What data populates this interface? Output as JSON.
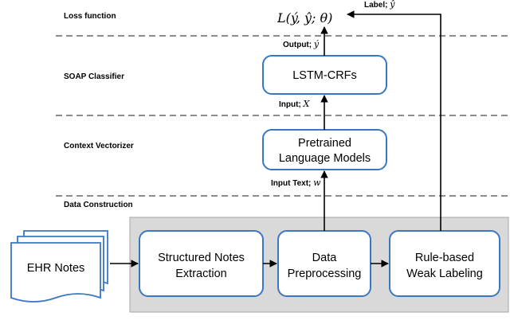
{
  "layers": {
    "loss": "Loss function",
    "classifier": "SOAP Classifier",
    "vectorizer": "Context Vectorizer",
    "construction": "Data Construction"
  },
  "loss_formula": "L(ý, ŷ; θ)",
  "label_annotation": {
    "text": "Label;",
    "symbol": "ŷ"
  },
  "output_annotation": {
    "text": "Output;",
    "symbol": "ý"
  },
  "input_annotation": {
    "text": "Input;",
    "symbol": "X"
  },
  "input_text_annotation": {
    "text": "Input Text;",
    "symbol": "w"
  },
  "boxes": {
    "lstm": [
      "LSTM-CRFs"
    ],
    "pretrained": [
      "Pretrained",
      "Language Models"
    ],
    "structured": [
      "Structured Notes",
      "Extraction"
    ],
    "preprocessing": [
      "Data",
      "Preprocessing"
    ],
    "weak_labeling": [
      "Rule-based",
      "Weak Labeling"
    ],
    "ehr": [
      "EHR Notes"
    ]
  },
  "colors": {
    "box_stroke": "#3a76c4",
    "region_fill": "#d9d9d9",
    "dashed": "#8c8c8c"
  }
}
